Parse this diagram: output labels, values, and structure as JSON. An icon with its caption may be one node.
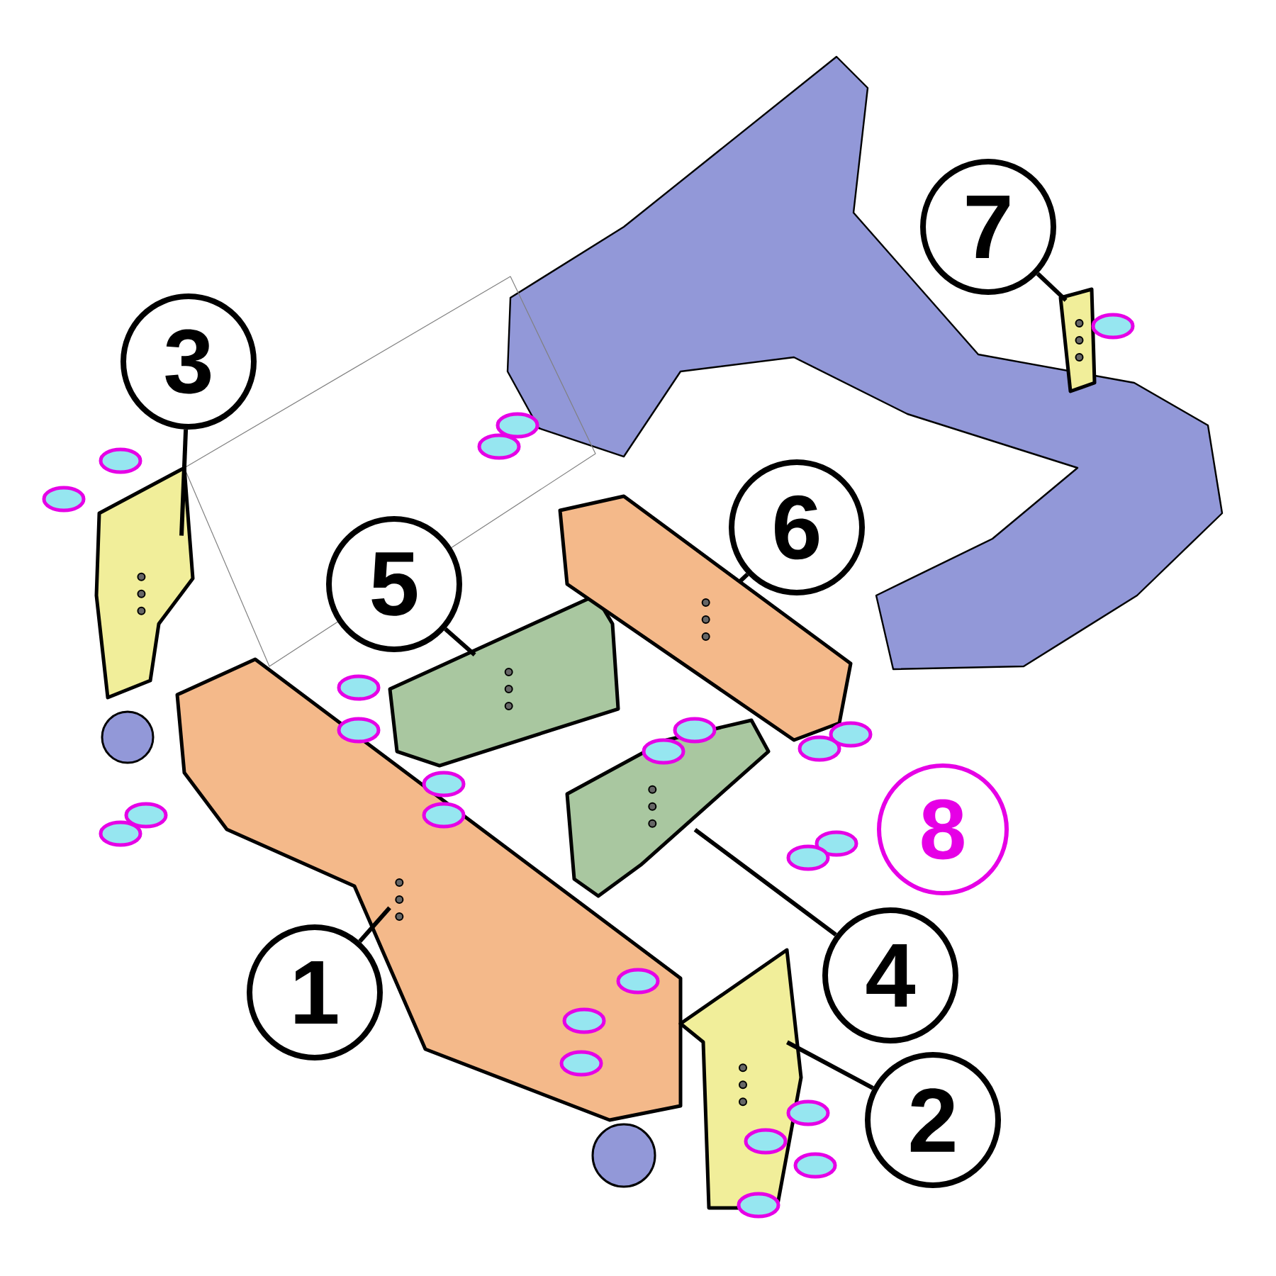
{
  "diagram": {
    "nodes": [
      {
        "text": [
          "1"
        ]
      },
      {
        "text": [
          "2"
        ]
      },
      {
        "text": [
          "3"
        ]
      },
      {
        "text": [
          "4"
        ]
      },
      {
        "text": [
          "5"
        ]
      },
      {
        "text": [
          "6"
        ]
      },
      {
        "text": [
          "7"
        ]
      },
      {
        "text": [],
        "shape": "picture"
      },
      {
        "text": [],
        "shape": "picture"
      },
      {
        "text": [],
        "shape": "picture"
      },
      {
        "text": [],
        "shape": "picture"
      },
      {
        "text": [],
        "shape": "picture"
      },
      {
        "text": [],
        "shape": "picture"
      },
      {
        "text": [],
        "shape": "picture"
      }
    ],
    "edges": [
      {
        "from": 0,
        "to": 7,
        "arrow": "none"
      },
      {
        "from": 1,
        "to": 8,
        "arrow": "none"
      },
      {
        "from": 2,
        "to": 9,
        "arrow": "none"
      },
      {
        "from": 3,
        "to": 10,
        "arrow": "none"
      },
      {
        "from": 4,
        "to": 11,
        "arrow": "none"
      },
      {
        "from": 5,
        "to": 12,
        "arrow": "none"
      },
      {
        "from": 6,
        "to": 13,
        "arrow": "none"
      }
    ],
    "labels": [
      "8"
    ]
  }
}
